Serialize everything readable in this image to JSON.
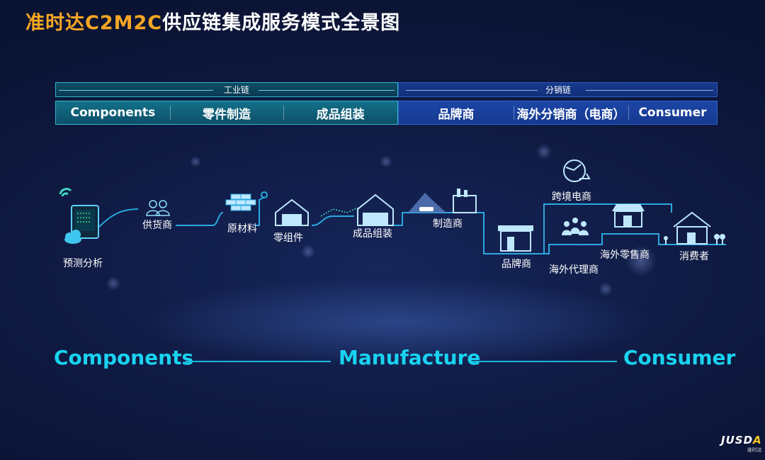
{
  "title": {
    "accent": "准时达C2M2C",
    "rest": "供应链集成服务模式全景图"
  },
  "chains": {
    "industry": "工业链",
    "distribution": "分销链"
  },
  "stages": [
    "Components",
    "零件制造",
    "成品组装",
    "品牌商",
    "海外分销商（电商）",
    "Consumer"
  ],
  "nodes": {
    "forecast": "预测分析",
    "supplier": "供货商",
    "raw": "原材料",
    "parts": "零组件",
    "assembly": "成品组装",
    "maker": "制造商",
    "brand": "品牌商",
    "crossborder": "跨境电商",
    "agent": "海外代理商",
    "retailer": "海外零售商",
    "consumer": "消费者"
  },
  "bottom": {
    "left": "Components",
    "center": "Manufacture",
    "right": "Consumer"
  },
  "logo": {
    "main_a": "JUSD",
    "main_x": "A",
    "sub": "准时达"
  },
  "colors": {
    "accent": "#f5a623",
    "cyan": "#19d3f0",
    "flow": "#2aa9e0"
  }
}
